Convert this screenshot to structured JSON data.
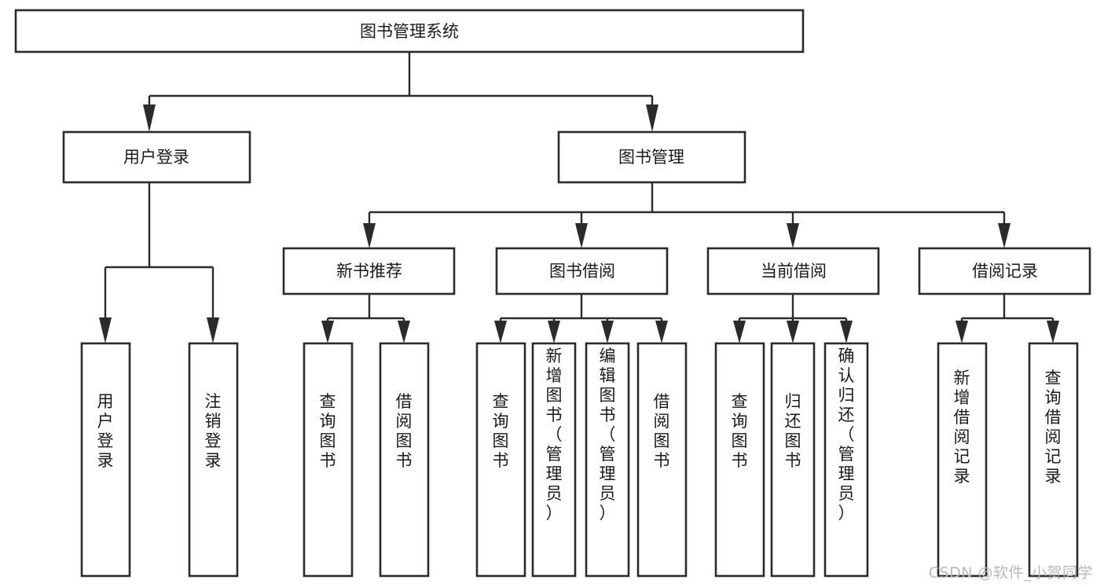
{
  "diagram": {
    "type": "tree-hierarchy",
    "title": "图书管理系统",
    "orientation": "top-down",
    "colors": {
      "background": "#ffffff",
      "box_fill": "#ffffff",
      "box_stroke": "#2b2b2b",
      "text": "#1a1a1a",
      "watermark": "#b9b9b9"
    },
    "root": {
      "label": "图书管理系统",
      "level": 0,
      "text_orientation": "horizontal"
    },
    "level2": [
      {
        "id": "user-login",
        "label": "用户登录",
        "text_orientation": "horizontal"
      },
      {
        "id": "book-management",
        "label": "图书管理",
        "text_orientation": "horizontal"
      }
    ],
    "level3": [
      {
        "id": "new-book-recommend",
        "label": "新书推荐",
        "parent": "book-management",
        "text_orientation": "horizontal"
      },
      {
        "id": "book-borrow",
        "label": "图书借阅",
        "parent": "book-management",
        "text_orientation": "horizontal"
      },
      {
        "id": "current-borrow",
        "label": "当前借阅",
        "parent": "book-management",
        "text_orientation": "horizontal"
      },
      {
        "id": "borrow-record",
        "label": "借阅记录",
        "parent": "book-management",
        "text_orientation": "horizontal"
      }
    ],
    "leaves": [
      {
        "id": "leaf-user-login",
        "label": "用户登录",
        "parent": "user-login",
        "text_orientation": "vertical"
      },
      {
        "id": "leaf-logout-login",
        "label": "注销登录",
        "parent": "user-login",
        "text_orientation": "vertical"
      },
      {
        "id": "leaf-query-book-1",
        "label": "查询图书",
        "parent": "new-book-recommend",
        "text_orientation": "vertical"
      },
      {
        "id": "leaf-borrow-book-1",
        "label": "借阅图书",
        "parent": "new-book-recommend",
        "text_orientation": "vertical"
      },
      {
        "id": "leaf-query-book-2",
        "label": "查询图书",
        "parent": "book-borrow",
        "text_orientation": "vertical"
      },
      {
        "id": "leaf-add-book",
        "label": "新增图书（管理员）",
        "parent": "book-borrow",
        "text_orientation": "vertical"
      },
      {
        "id": "leaf-edit-book",
        "label": "编辑图书（管理员）",
        "parent": "book-borrow",
        "text_orientation": "vertical"
      },
      {
        "id": "leaf-borrow-book-2",
        "label": "借阅图书",
        "parent": "book-borrow",
        "text_orientation": "vertical"
      },
      {
        "id": "leaf-query-book-3",
        "label": "查询图书",
        "parent": "current-borrow",
        "text_orientation": "vertical"
      },
      {
        "id": "leaf-return-book",
        "label": "归还图书",
        "parent": "current-borrow",
        "text_orientation": "vertical"
      },
      {
        "id": "leaf-confirm-return",
        "label": "确认归还（管理员）",
        "parent": "current-borrow",
        "text_orientation": "vertical"
      },
      {
        "id": "leaf-add-record",
        "label": "新增借阅记录",
        "parent": "borrow-record",
        "text_orientation": "vertical"
      },
      {
        "id": "leaf-query-record",
        "label": "查询借阅记录",
        "parent": "borrow-record",
        "text_orientation": "vertical"
      }
    ]
  },
  "watermark": {
    "label": "CSDN @软件_小贺同学"
  }
}
